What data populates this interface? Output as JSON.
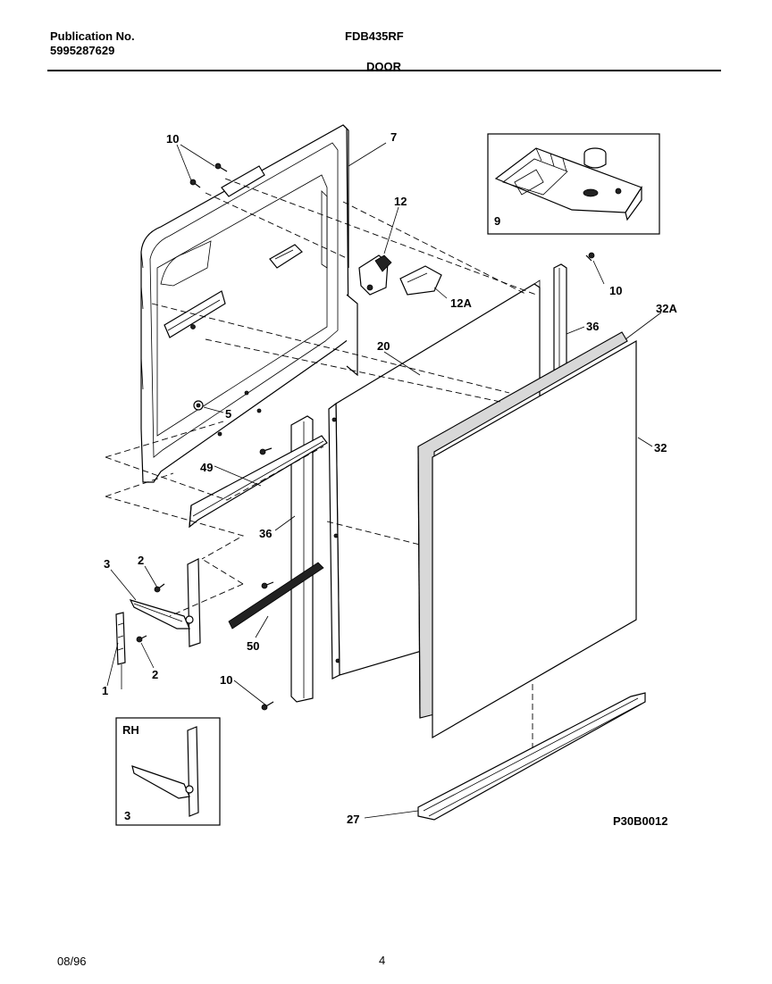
{
  "header": {
    "publication_label": "Publication No.",
    "publication_number": "5995287629",
    "model": "FDB435RF",
    "section": "DOOR"
  },
  "footer": {
    "date": "08/96",
    "page": "4"
  },
  "diagram": {
    "figure_code": "P30B0012",
    "callouts": {
      "c10a": "10",
      "c7": "7",
      "c12": "12",
      "c12a": "12A",
      "c9": "9",
      "c10b": "10",
      "c36a": "36",
      "c32a": "32A",
      "c20": "20",
      "c5": "5",
      "c32": "32",
      "c49": "49",
      "c36b": "36",
      "c3": "3",
      "c2a": "2",
      "c50": "50",
      "c2b": "2",
      "c1": "1",
      "c10c": "10",
      "c27": "27",
      "inset_rh": "RH",
      "inset_3": "3"
    }
  }
}
